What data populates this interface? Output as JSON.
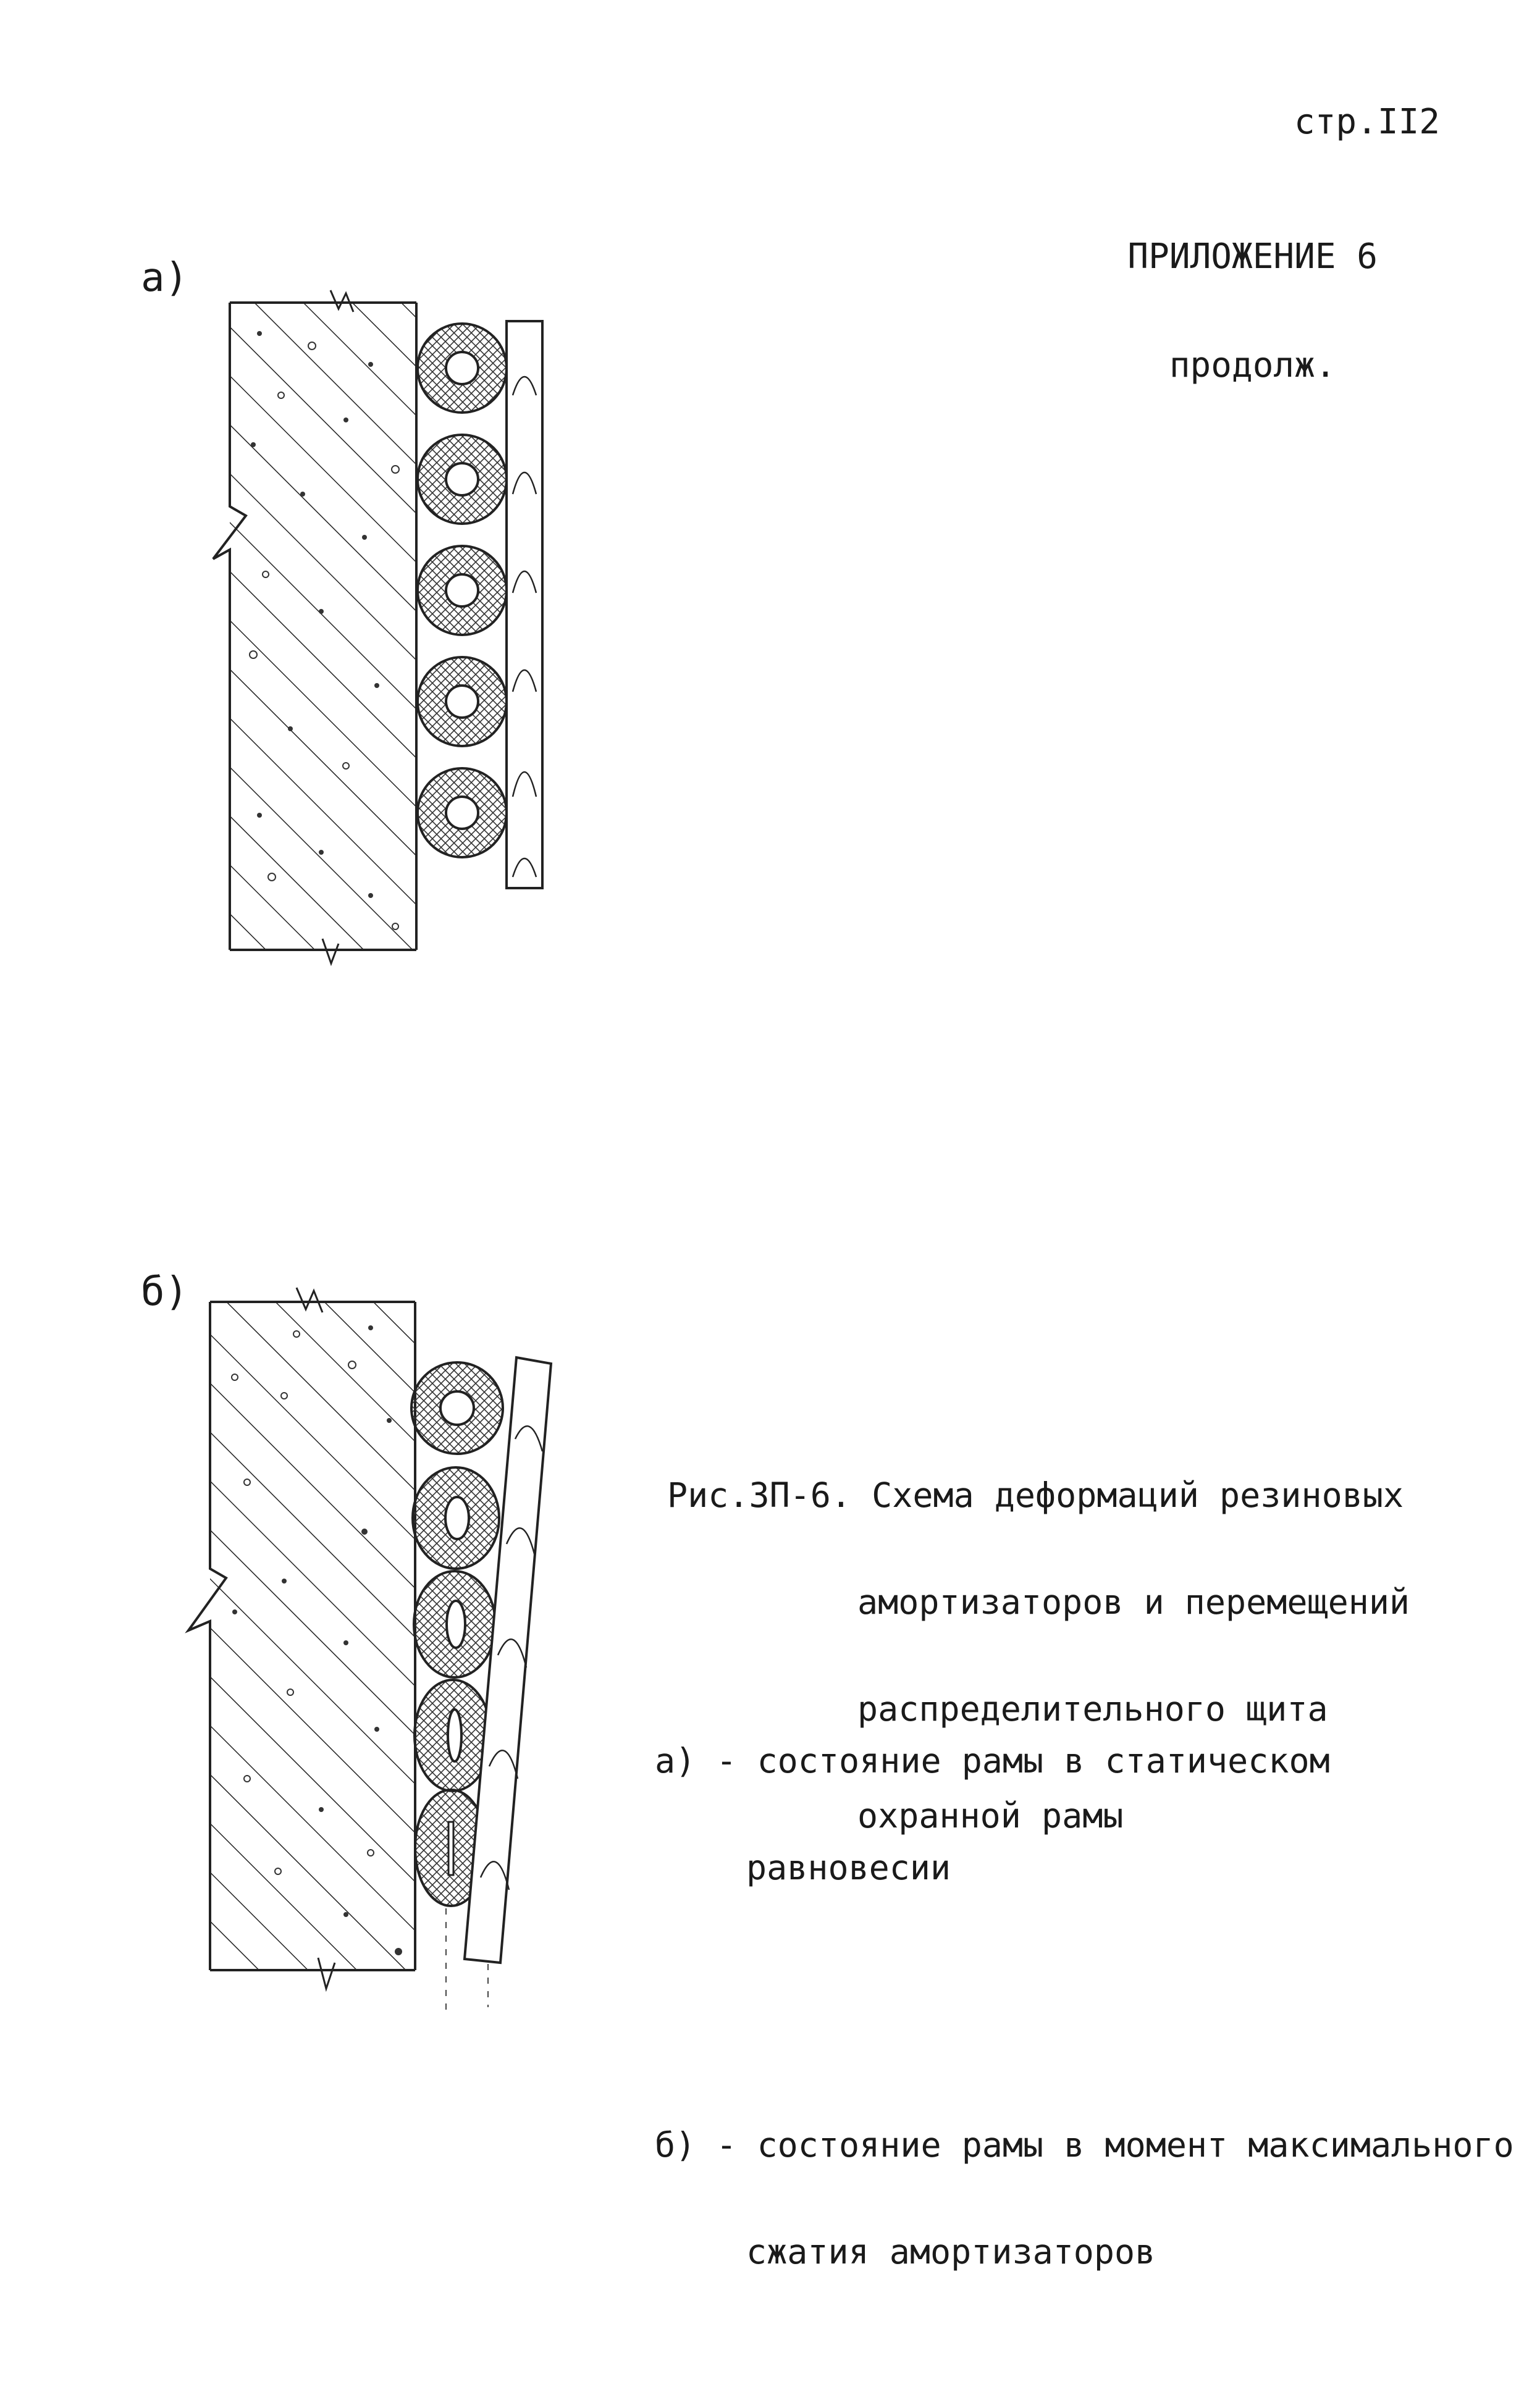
{
  "header": {
    "page_number": "стр.II2",
    "appendix_title": "ПРИЛОЖЕНИЕ 6",
    "appendix_cont": "продолж."
  },
  "figure_a": {
    "label": "а)"
  },
  "figure_b": {
    "label": "б)"
  },
  "caption": {
    "lines": [
      "Рис.3П-6. Схема деформаций резиновых",
      "амортизаторов и перемещений",
      "распределительного щита",
      "охранной рамы"
    ]
  },
  "legend": {
    "a": [
      "а) - состояние рамы в статическом",
      "равновесии"
    ],
    "b": [
      "б) - состояние рамы в момент максимального",
      "сжатия амортизаторов"
    ]
  }
}
